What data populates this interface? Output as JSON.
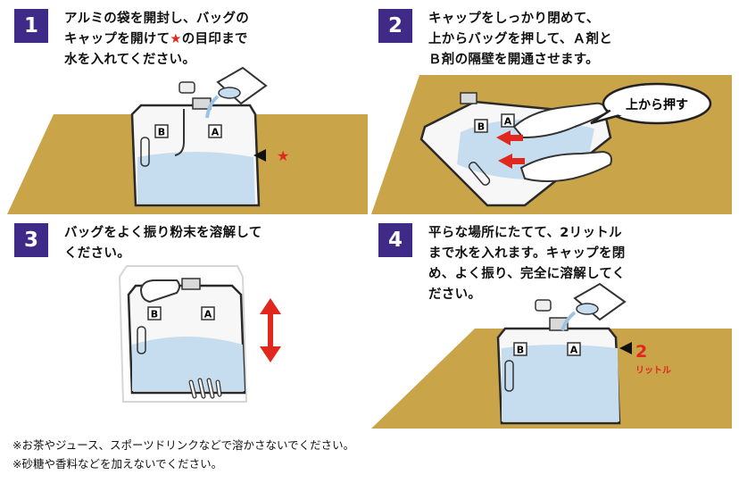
{
  "steps": [
    {
      "number": "1",
      "lines": [
        "アルミの袋を開封し、バッグの",
        "キャップを開けて",
        "の目印まで",
        "水を入れてください。"
      ],
      "star": "★",
      "label_b": "B",
      "label_a": "A"
    },
    {
      "number": "2",
      "lines": [
        "キャップをしっかり閉めて、",
        "上からバッグを押して、Ａ剤と",
        "Ｂ剤の隔壁を開通させます。"
      ],
      "bubble": "上から押す",
      "label_b": "B",
      "label_a": "A"
    },
    {
      "number": "3",
      "lines": [
        "バッグをよく振り粉末を溶解して",
        "ください。"
      ],
      "label_b": "B",
      "label_a": "A"
    },
    {
      "number": "4",
      "lines": [
        "平らな場所にたてて、2リットル",
        "まで水を入れます。キャップを閉",
        "め、よく振り、完全に溶解してく",
        "ださい。"
      ],
      "mark_number": "2",
      "mark_unit": "リットル",
      "label_b": "B",
      "label_a": "A"
    }
  ],
  "notes": [
    "※お茶やジュース、スポーツドリンクなどで溶かさないでください。",
    "※砂糖や香料などを加えないでください。"
  ],
  "colors": {
    "number_bg": "#3f2a88",
    "accent_red": "#e0281e",
    "table": "#c9a449",
    "water": "#c6ddef"
  }
}
